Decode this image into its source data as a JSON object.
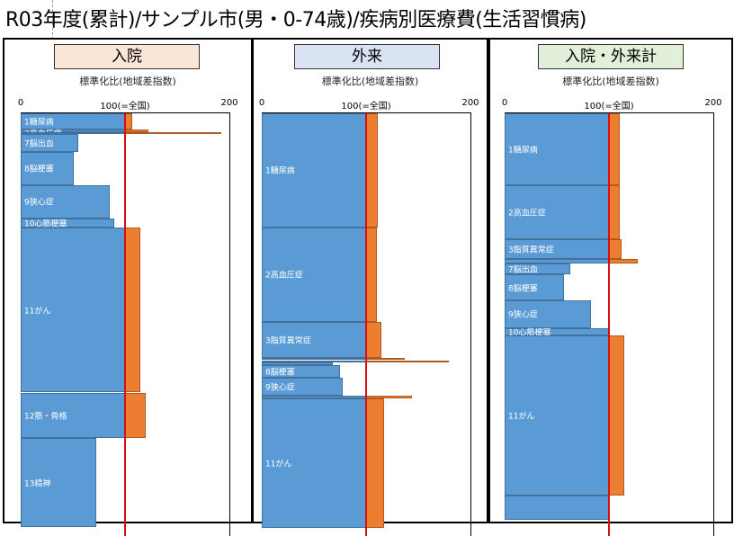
{
  "title": "R03年度(累計)/サンプル市(男・0-74歳)/疾病別医療費(生活習慣病)",
  "colors": {
    "within": "#5b9bd5",
    "excess": "#ed7d31",
    "national": "#d81010"
  },
  "chart_data": [
    {
      "type": "bar",
      "title": "入院",
      "header_color": "#fbe5d6",
      "xlabel": "標準化比(地域差指数)",
      "ticks": [
        "0",
        "100(=全国)",
        "200"
      ],
      "xlim": [
        0,
        200
      ],
      "reference": 100,
      "items": [
        {
          "label": "1糖尿病",
          "ratio": 107,
          "share": 4.0
        },
        {
          "label": "2高血圧症",
          "ratio": 122,
          "share": 0.7
        },
        {
          "label": "",
          "ratio": 192,
          "share": 0.4
        },
        {
          "label": "7脳出血",
          "ratio": 55,
          "share": 4.4
        },
        {
          "label": "8脳梗塞",
          "ratio": 51,
          "share": 8.2
        },
        {
          "label": "9狭心症",
          "ratio": 85,
          "share": 8.2
        },
        {
          "label": "10心筋梗塞",
          "ratio": 90,
          "share": 2.4
        },
        {
          "label": "11がん",
          "ratio": 115,
          "share": 40.7
        },
        {
          "label": "12筋・骨格",
          "ratio": 120,
          "share": 11.3
        },
        {
          "label": "13精神",
          "ratio": 72,
          "share": 22
        }
      ]
    },
    {
      "type": "bar",
      "title": "外来",
      "header_color": "#dae3f3",
      "xlabel": "標準化比(地域差指数)",
      "ticks": [
        "0",
        "100(=全国)",
        "200"
      ],
      "xlim": [
        0,
        200
      ],
      "reference": 100,
      "items": [
        {
          "label": "1糖尿病",
          "ratio": 111,
          "share": 28.2
        },
        {
          "label": "2高血圧症",
          "ratio": 110,
          "share": 23.3
        },
        {
          "label": "3脂質異常症",
          "ratio": 115,
          "share": 8.9
        },
        {
          "label": "",
          "ratio": 137,
          "share": 0.6
        },
        {
          "label": "",
          "ratio": 179,
          "share": 0.6
        },
        {
          "label": "",
          "ratio": 68,
          "share": 0.6
        },
        {
          "label": "8脳梗塞",
          "ratio": 75,
          "share": 3.1
        },
        {
          "label": "9狭心症",
          "ratio": 78,
          "share": 4.4
        },
        {
          "label": "",
          "ratio": 144,
          "share": 0.7
        },
        {
          "label": "11がん",
          "ratio": 117,
          "share": 32
        }
      ]
    },
    {
      "type": "bar",
      "title": "入院・外来計",
      "header_color": "#e2f0d9",
      "xlabel": "標準化比(地域差指数)",
      "ticks": [
        "0",
        "100(=全国)",
        "200"
      ],
      "xlim": [
        0,
        200
      ],
      "reference": 100,
      "items": [
        {
          "label": "1糖尿病",
          "ratio": 110,
          "share": 17.8
        },
        {
          "label": "2高血圧症",
          "ratio": 110,
          "share": 13.3
        },
        {
          "label": "3脂質異常症",
          "ratio": 112,
          "share": 4.9
        },
        {
          "label": "",
          "ratio": 128,
          "share": 1.1
        },
        {
          "label": "7脳出血",
          "ratio": 63,
          "share": 2.7
        },
        {
          "label": "8脳梗塞",
          "ratio": 57,
          "share": 6.4
        },
        {
          "label": "9狭心症",
          "ratio": 83,
          "share": 6.9
        },
        {
          "label": "10心筋梗塞",
          "ratio": 100,
          "share": 1.8
        },
        {
          "label": "11がん",
          "ratio": 115,
          "share": 39.6
        },
        {
          "label": "",
          "ratio": 100,
          "share": 6
        }
      ]
    }
  ]
}
